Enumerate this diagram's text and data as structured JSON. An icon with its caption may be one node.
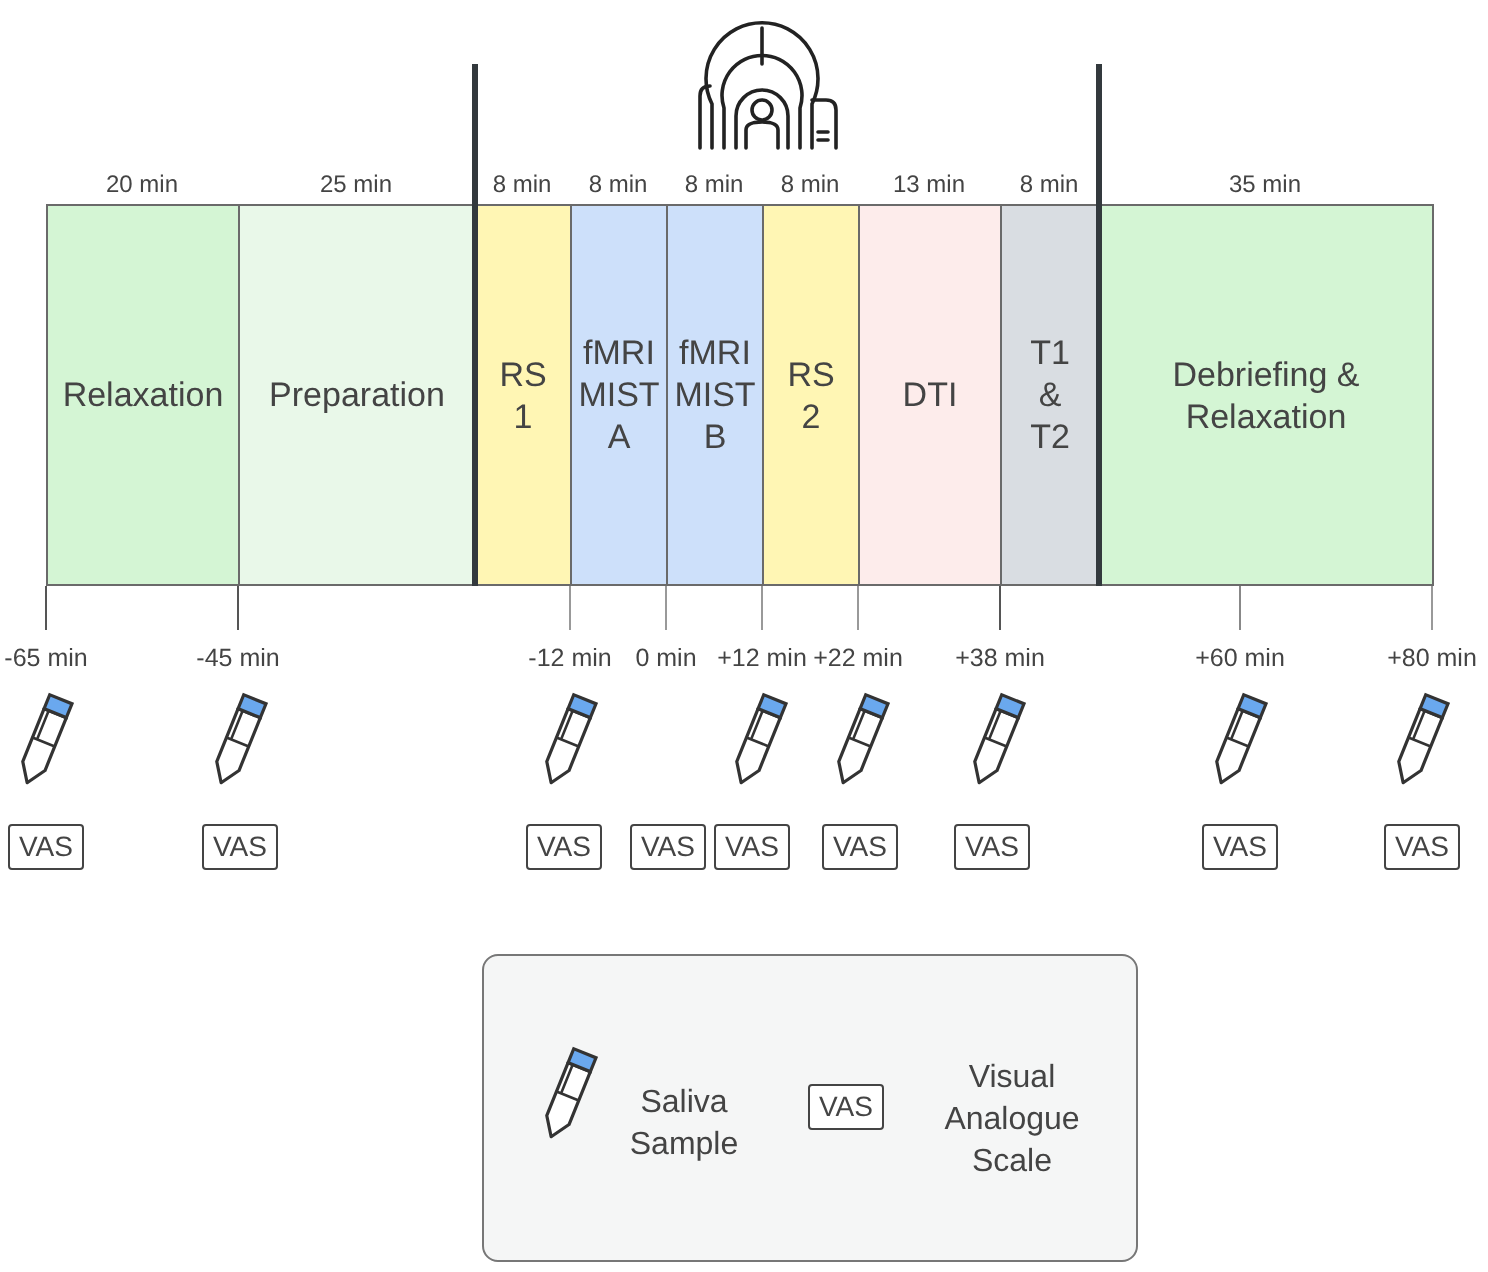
{
  "diagram": {
    "nodes": [
      {
        "text": [
          "Relaxation"
        ],
        "beside": [
          "20 min"
        ]
      },
      {
        "text": [
          "Preparation"
        ],
        "beside": [
          "25 min"
        ]
      },
      {
        "text": [
          "RS 1"
        ],
        "beside": [
          "8 min"
        ]
      },
      {
        "text": [
          "fMRI MIST A"
        ],
        "beside": [
          "8 min"
        ]
      },
      {
        "text": [
          "fMRI MIST B"
        ],
        "beside": [
          "8 min"
        ]
      },
      {
        "text": [
          "RS 2"
        ],
        "beside": [
          "8 min"
        ]
      },
      {
        "text": [
          "DTI"
        ],
        "beside": [
          "13 min"
        ]
      },
      {
        "text": [
          "T1 & T2"
        ],
        "beside": [
          "8 min"
        ]
      },
      {
        "text": [
          "Debriefing & Relaxation"
        ],
        "beside": [
          "35 min"
        ]
      },
      {
        "text": [
          "VAS"
        ]
      },
      {
        "text": [
          "VAS"
        ]
      },
      {
        "text": [
          "VAS"
        ]
      },
      {
        "text": [
          "VAS"
        ]
      },
      {
        "text": [
          "VAS"
        ]
      },
      {
        "text": [
          "VAS"
        ]
      },
      {
        "text": [
          "VAS"
        ]
      },
      {
        "text": [
          "VAS"
        ]
      },
      {
        "text": [
          "VAS"
        ]
      },
      {
        "text": [
          "VAS"
        ]
      }
    ],
    "labels": [
      "-65 min",
      "-45 min",
      "-12 min",
      "0 min",
      "+12 min",
      "+22 min",
      "+38 min",
      "+60 min",
      "+80 min"
    ],
    "legend": [
      {
        "text": "Saliva Sample"
      },
      {
        "text": "Visual Analogue Scale"
      }
    ]
  }
}
